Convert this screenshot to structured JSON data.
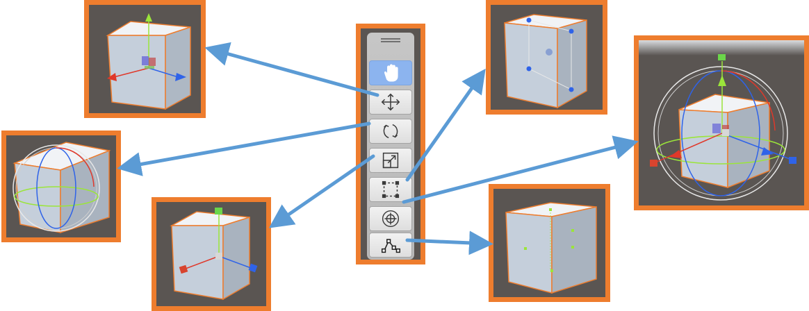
{
  "colors": {
    "panel_border": "#ee7d2e",
    "viewport_bg": "#5a5552",
    "arrow": "#5b9bd5",
    "active_tool": "#8cb4ef",
    "x_axis": "#e0382a",
    "y_axis": "#9be53a",
    "z_axis": "#2f63e8"
  },
  "toolbar": {
    "tools": [
      {
        "name": "view-tool",
        "icon": "hand-icon",
        "active": true
      },
      {
        "name": "move-tool",
        "icon": "move-arrows-icon",
        "active": false
      },
      {
        "name": "rotate-tool",
        "icon": "rotate-icon",
        "active": false
      },
      {
        "name": "scale-tool",
        "icon": "scale-icon",
        "active": false
      },
      {
        "name": "rect-tool",
        "icon": "rect-transform-icon",
        "active": false
      },
      {
        "name": "transform-tool",
        "icon": "transform-icon",
        "active": false
      },
      {
        "name": "custom-editor-tool",
        "icon": "custom-tool-icon",
        "active": false
      }
    ]
  },
  "previews": [
    {
      "panel": "move-gizmo-preview",
      "gizmo": "move"
    },
    {
      "panel": "rotate-gizmo-preview",
      "gizmo": "rotate"
    },
    {
      "panel": "scale-gizmo-preview",
      "gizmo": "scale"
    },
    {
      "panel": "rect-gizmo-preview",
      "gizmo": "rect"
    },
    {
      "panel": "transform-gizmo-preview",
      "gizmo": "transform"
    },
    {
      "panel": "custom-tool-preview",
      "gizmo": "custom"
    }
  ]
}
